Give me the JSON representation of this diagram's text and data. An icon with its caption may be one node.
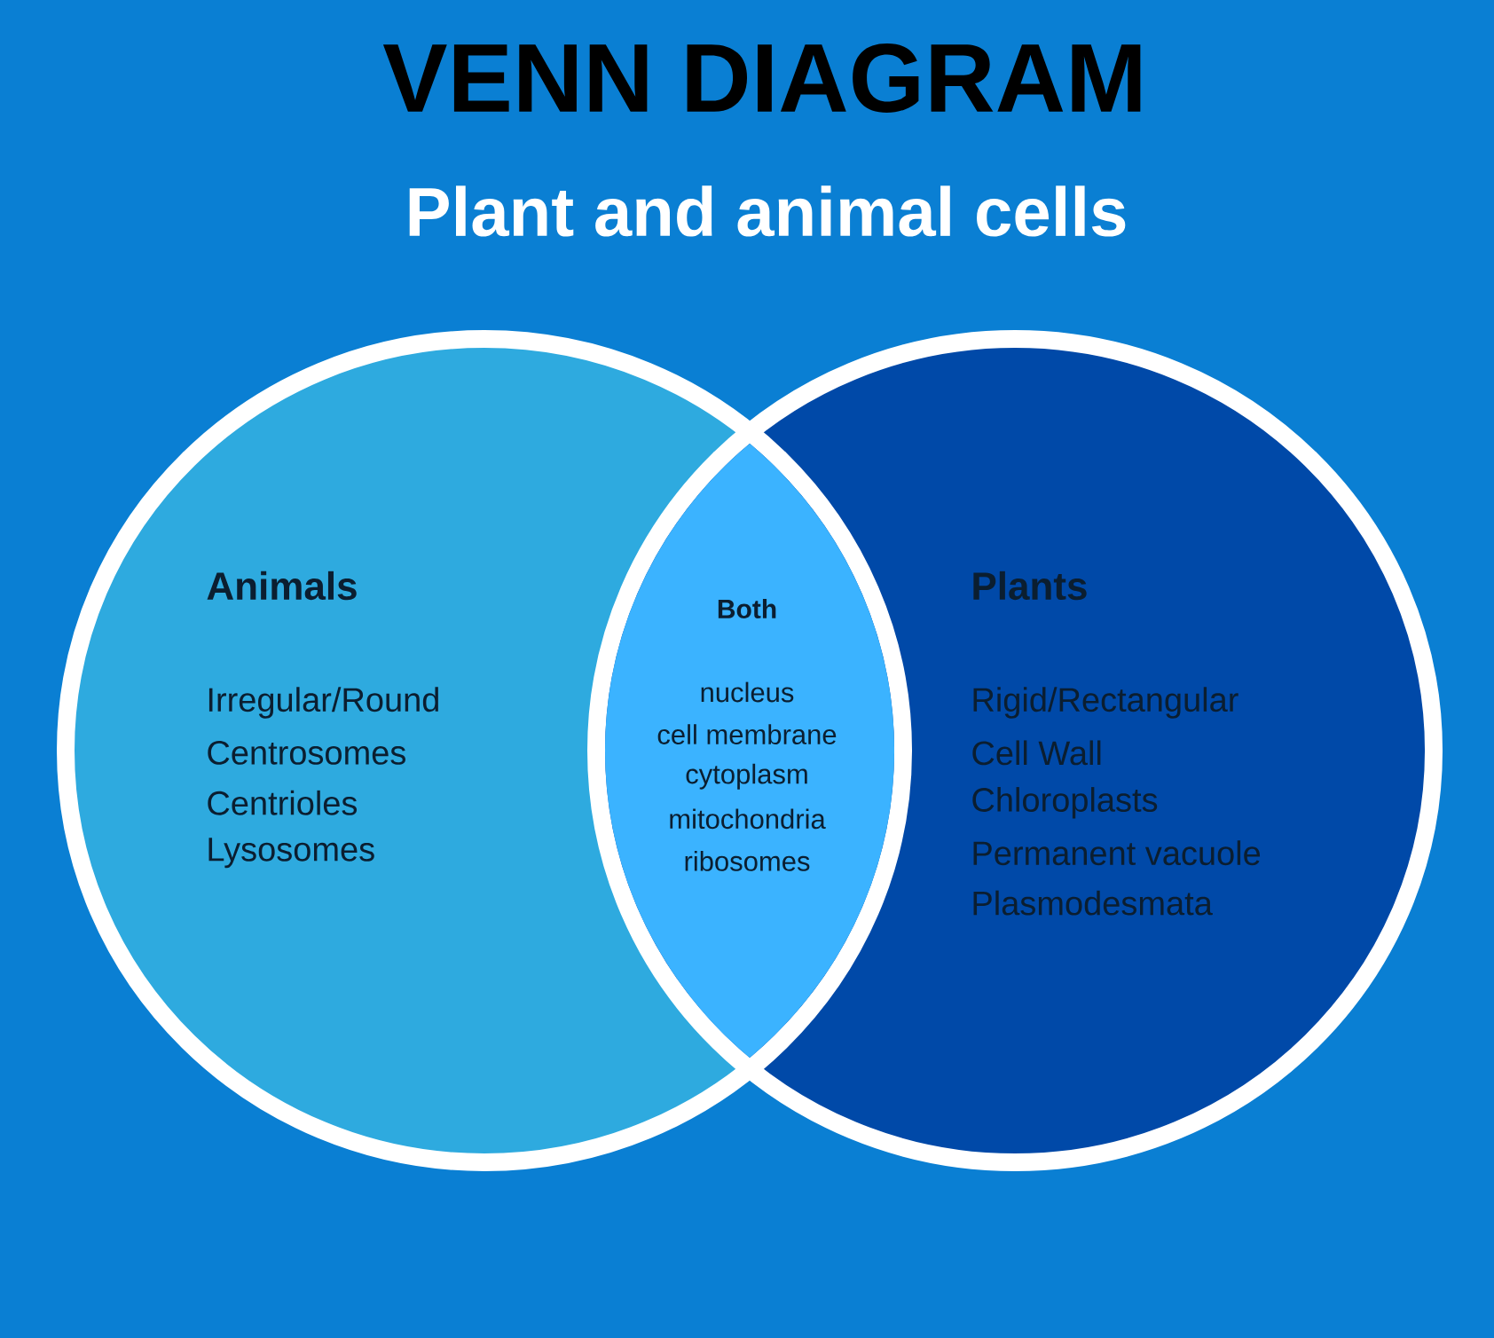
{
  "diagram": {
    "title": "VENN DIAGRAM",
    "nodes": [
      {
        "text": [
          "Animals",
          "Irregular/Round",
          "Centrosomes",
          "Centrioles",
          "Lysosomes"
        ]
      },
      {
        "text": [
          "Plants",
          "Rigid/Rectangular",
          "Cell Wall",
          "Chloroplasts",
          "Permanent vacuole",
          "Plasmodesmata"
        ]
      },
      {
        "text": [
          "Both",
          "nucleus",
          "cell membrane",
          "cytoplasm",
          "mitochondria",
          "ribosomes"
        ]
      }
    ],
    "labels": [
      "Plant and animal cells"
    ]
  }
}
